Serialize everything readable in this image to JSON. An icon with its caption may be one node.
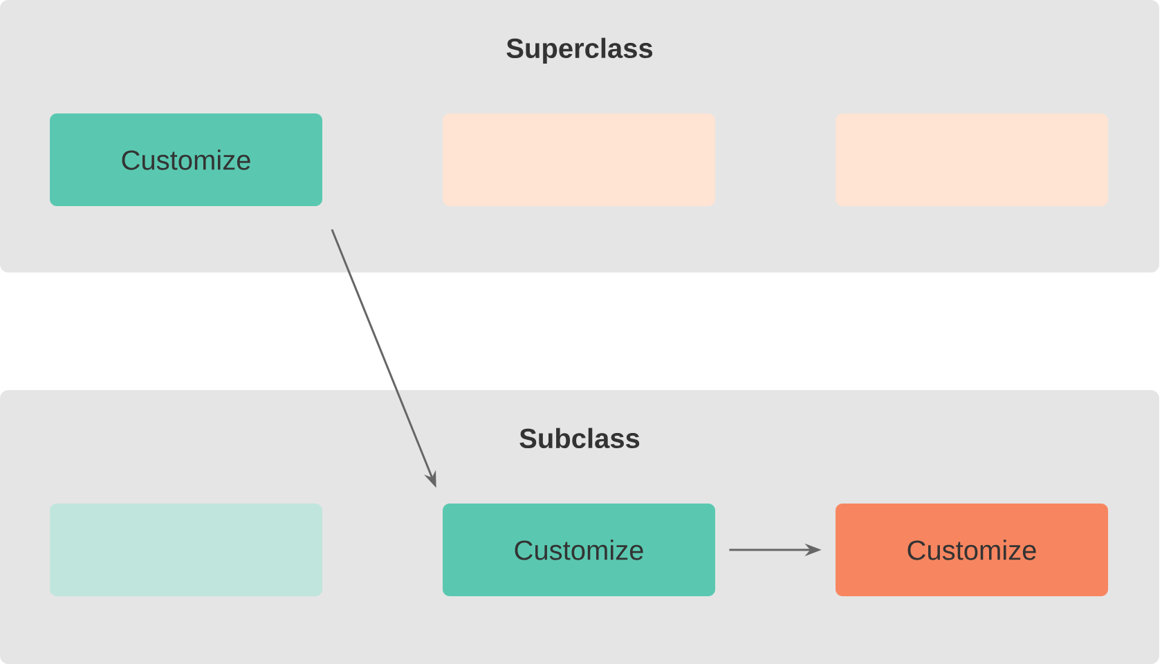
{
  "diagram": {
    "nodes": [
      {
        "text": [
          "Superclass"
        ]
      },
      {
        "text": [
          "Customize"
        ],
        "in": 0
      },
      {
        "text": [],
        "shape": "box",
        "in": 0
      },
      {
        "text": [],
        "shape": "box",
        "in": 0
      },
      {
        "text": [
          "Subclass"
        ]
      },
      {
        "text": [],
        "shape": "box",
        "in": 4
      },
      {
        "text": [
          "Customize"
        ],
        "in": 4
      },
      {
        "text": [
          "Customize"
        ],
        "in": 4
      }
    ],
    "edges": [
      {
        "from": 1,
        "to": 6,
        "arrow": "to"
      },
      {
        "from": 6,
        "to": 7,
        "arrow": "to"
      }
    ]
  }
}
